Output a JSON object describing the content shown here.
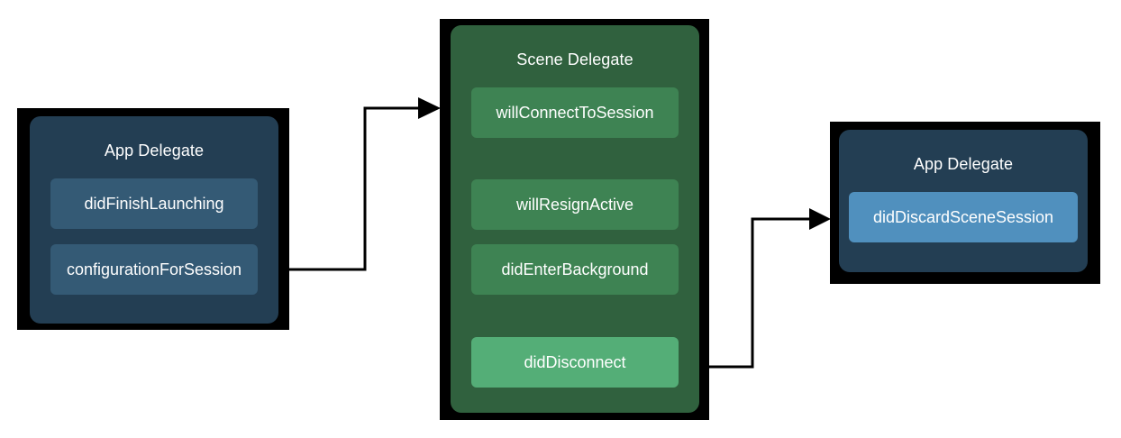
{
  "left_panel": {
    "title": "App Delegate",
    "items": [
      "didFinishLaunching",
      "configurationForSession"
    ]
  },
  "middle_panel": {
    "title": "Scene Delegate",
    "items": [
      "willConnectToSession",
      "willResignActive",
      "didEnterBackground",
      "didDisconnect"
    ]
  },
  "right_panel": {
    "title": "App Delegate",
    "items": [
      "didDiscardSceneSession"
    ]
  },
  "colors": {
    "app_delegate_panel": "#233e53",
    "app_delegate_item": "#345a75",
    "scene_delegate_panel": "#30613e",
    "scene_delegate_item": "#3e8353",
    "disconnect_item": "#54ae77",
    "discard_item": "#5090be",
    "frame": "#000000",
    "arrow": "#000000"
  }
}
